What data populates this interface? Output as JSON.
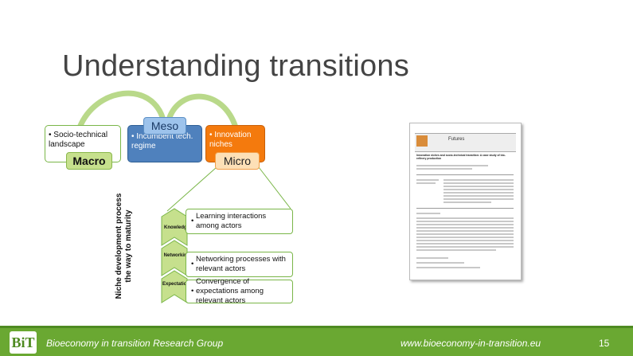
{
  "slide": {
    "title": "Understanding transitions",
    "page_number": "15"
  },
  "levels": {
    "macro": {
      "tag": "Macro",
      "bullet": "Socio-technical landscape"
    },
    "meso": {
      "tag": "Meso",
      "bullet": "Incumbent tech. regime"
    },
    "micro": {
      "tag": "Micro",
      "bullet": "Innovation niches"
    }
  },
  "niche": {
    "vertical_label": "Niche development process the way to maturity",
    "steps": [
      {
        "chevron": "Knowledge",
        "text": "Learning interactions among actors"
      },
      {
        "chevron": "Networking",
        "text": "Networking processes with relevant actors"
      },
      {
        "chevron": "Expectations",
        "text": "Convergence of expectations among relevant actors"
      }
    ]
  },
  "paper_thumbnail": {
    "header": "Futures",
    "title_line": "Innovation niches and socio-technical transition: A case study of bio-refinery production"
  },
  "footer": {
    "logo_text": "BiT",
    "group_name": "Bioeconomy in transition Research Group",
    "website": "www.bioeconomy-in-transition.eu"
  },
  "colors": {
    "macro_green": "#7ab648",
    "meso_blue": "#4f81bd",
    "micro_orange": "#f47a0d",
    "footer_green": "#6aa832"
  }
}
